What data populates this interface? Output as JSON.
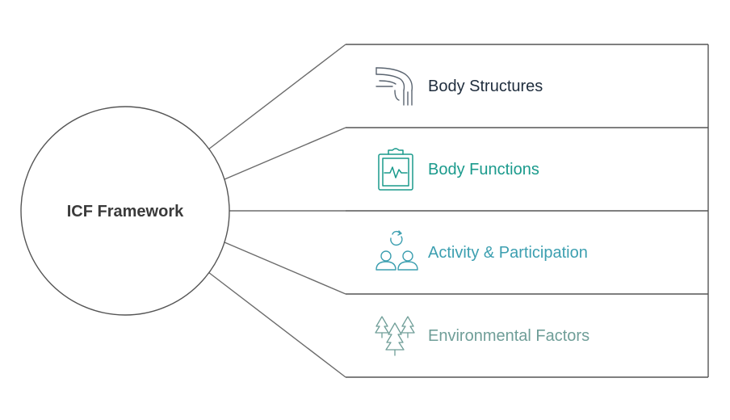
{
  "hub": {
    "label": "ICF Framework"
  },
  "categories": [
    {
      "label": "Body Structures",
      "icon": "joint-bone-icon",
      "color": "#1f2d3d"
    },
    {
      "label": "Body Functions",
      "icon": "clipboard-vitals-icon",
      "color": "#1a9a8c"
    },
    {
      "label": "Activity & Participation",
      "icon": "people-interaction-icon",
      "color": "#3c9fb0"
    },
    {
      "label": "Environmental Factors",
      "icon": "trees-icon",
      "color": "#6f9e98"
    }
  ],
  "colors": {
    "line": "#6b6b6b",
    "border": "#444444"
  }
}
